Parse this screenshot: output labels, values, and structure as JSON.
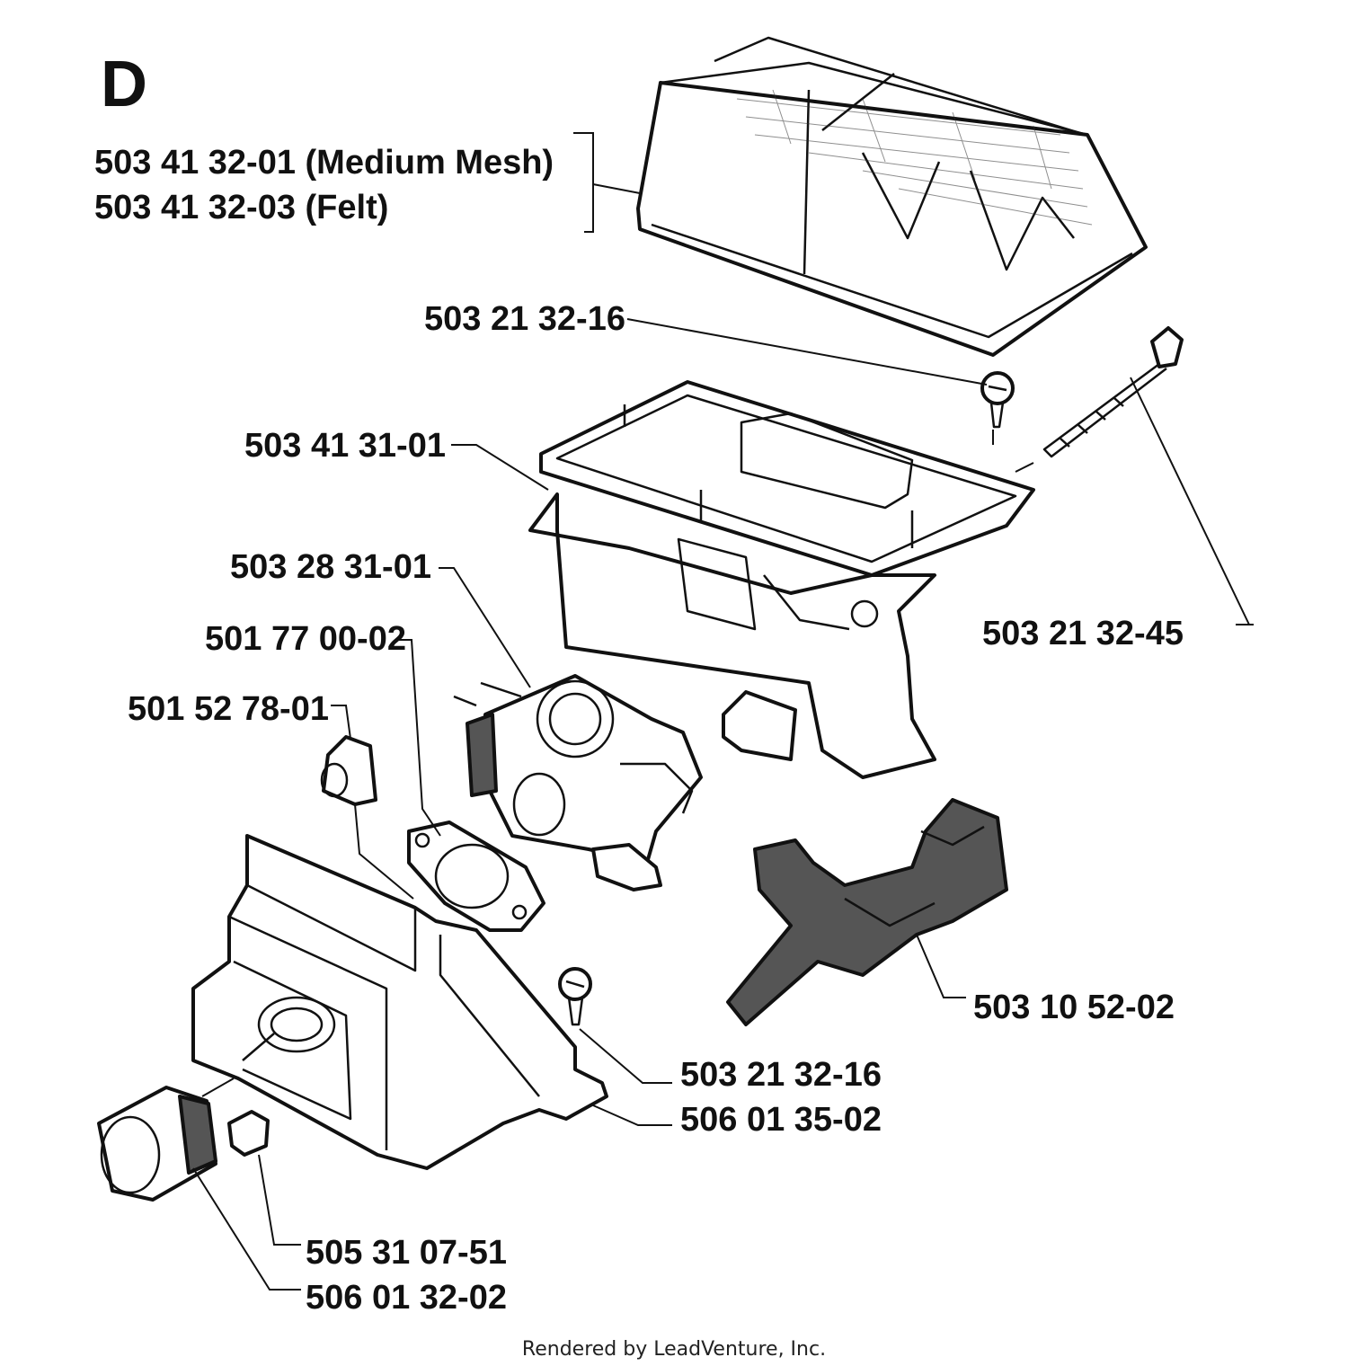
{
  "section_letter": "D",
  "labels": {
    "filter_medium": "503 41 32-01 (Medium Mesh)",
    "filter_felt": "503 41 32-03 (Felt)",
    "screw_top": "503 21 32-16",
    "filter_holder": "503 41 31-01",
    "carburetor": "503 28 31-01",
    "gasket": "501 77 00-02",
    "nut": "501 52 78-01",
    "long_screw": "503 21 32-45",
    "throttle": "503 10 52-02",
    "screw_bottom": "503 21 32-16",
    "part_506_01_35": "506 01 35-02",
    "part_505_31_07": "505 31 07-51",
    "part_506_01_32": "506 01 32-02"
  },
  "footer": "Rendered by LeadVenture, Inc."
}
